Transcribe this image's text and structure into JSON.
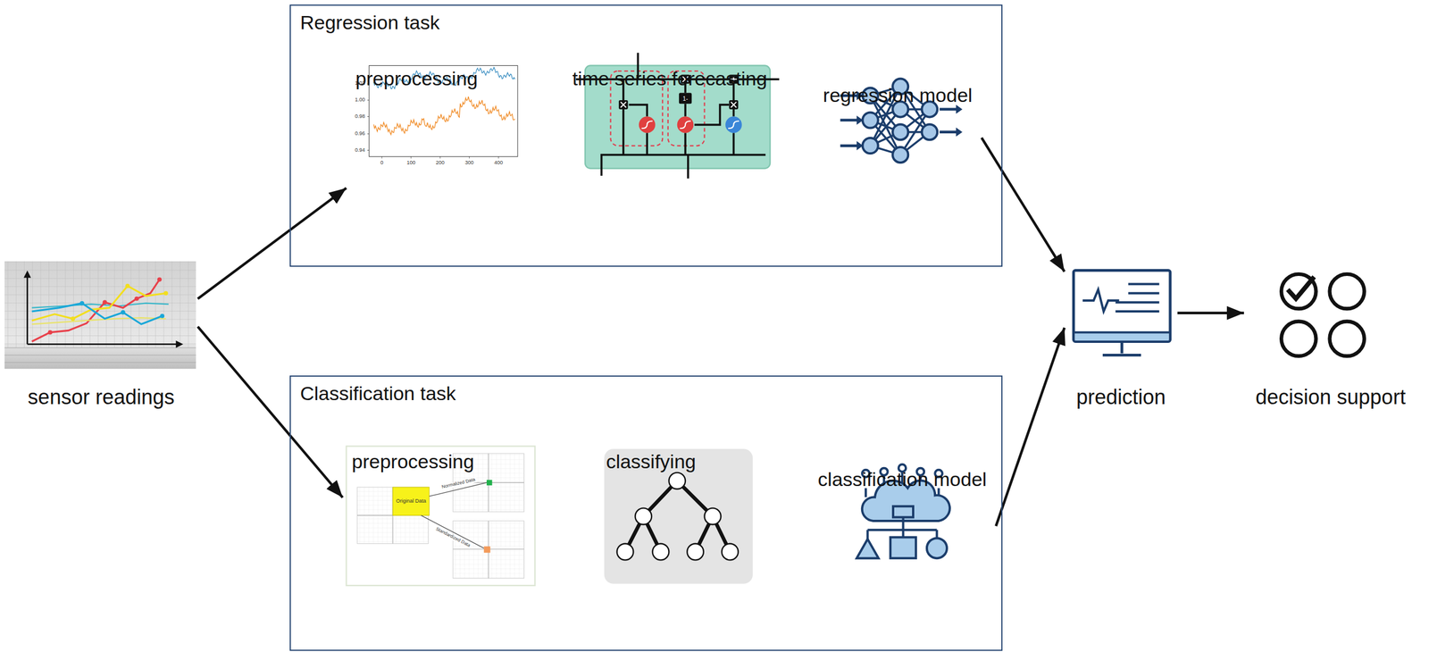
{
  "diagram": {
    "nodes": [
      {
        "text": [
          "sensor readings"
        ]
      },
      {
        "text": [
          "Regression task"
        ]
      },
      {
        "text": [
          "preprocessing"
        ],
        "in": 1
      },
      {
        "text": [
          "time series forecasting"
        ],
        "in": 1
      },
      {
        "text": [
          "regression model"
        ],
        "in": 1
      },
      {
        "text": [
          "Classification task"
        ]
      },
      {
        "text": [
          "preprocessing"
        ],
        "in": 5
      },
      {
        "text": [
          "classifying"
        ],
        "in": 5
      },
      {
        "text": [
          "classification model"
        ],
        "in": 5
      },
      {
        "text": [
          "prediction"
        ]
      },
      {
        "text": [
          "decision support"
        ]
      }
    ],
    "edges": [
      {
        "from": 0,
        "to": 2,
        "arrow": "to"
      },
      {
        "from": 0,
        "to": 6,
        "arrow": "to"
      },
      {
        "from": 4,
        "to": 9,
        "arrow": "to"
      },
      {
        "from": 8,
        "to": 9,
        "arrow": "to"
      },
      {
        "from": 9,
        "to": 10,
        "arrow": "to"
      }
    ],
    "labels": [
      "1.02",
      "1.00",
      "0.98",
      "0.96",
      "0.94",
      "0",
      "100",
      "200",
      "300",
      "400",
      "1-",
      "Original Data",
      "Normalized Data",
      "Standardized Data"
    ]
  }
}
